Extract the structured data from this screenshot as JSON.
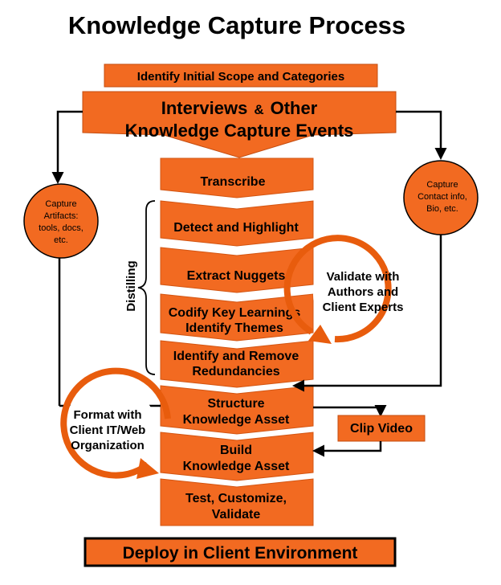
{
  "title": "Knowledge Capture Process",
  "colors": {
    "orange": "#F26A21",
    "dark_orange": "#E85C0D",
    "black": "#000000",
    "white": "#FFFFFF"
  },
  "steps": {
    "scope": "Identify Initial Scope and Categories",
    "interviews_l1_a": "Interviews",
    "interviews_l1_amp": "&",
    "interviews_l1_b": "Other",
    "interviews_l2": "Knowledge Capture Events",
    "transcribe": "Transcribe",
    "detect": "Detect and Highlight",
    "extract": "Extract Nuggets",
    "codify_l1": "Codify Key Learnings",
    "codify_l2": "Identify Themes",
    "identify_l1": "Identify and Remove",
    "identify_l2": "Redundancies",
    "structure_l1": "Structure",
    "structure_l2": "Knowledge Asset",
    "build_l1": "Build",
    "build_l2": "Knowledge Asset",
    "test_l1": "Test, Customize,",
    "test_l2": "Validate",
    "deploy": "Deploy in Client Environment"
  },
  "side": {
    "capture_artifacts": [
      "Capture",
      "Artifacts:",
      "tools, docs,",
      "etc."
    ],
    "capture_contact": [
      "Capture",
      "Contact info,",
      "Bio, etc."
    ],
    "distilling": "Distilling",
    "validate": [
      "Validate with",
      "Authors and",
      "Client Experts"
    ],
    "format": [
      "Format with",
      "Client IT/Web",
      "Organization"
    ],
    "clip_video": "Clip Video"
  }
}
